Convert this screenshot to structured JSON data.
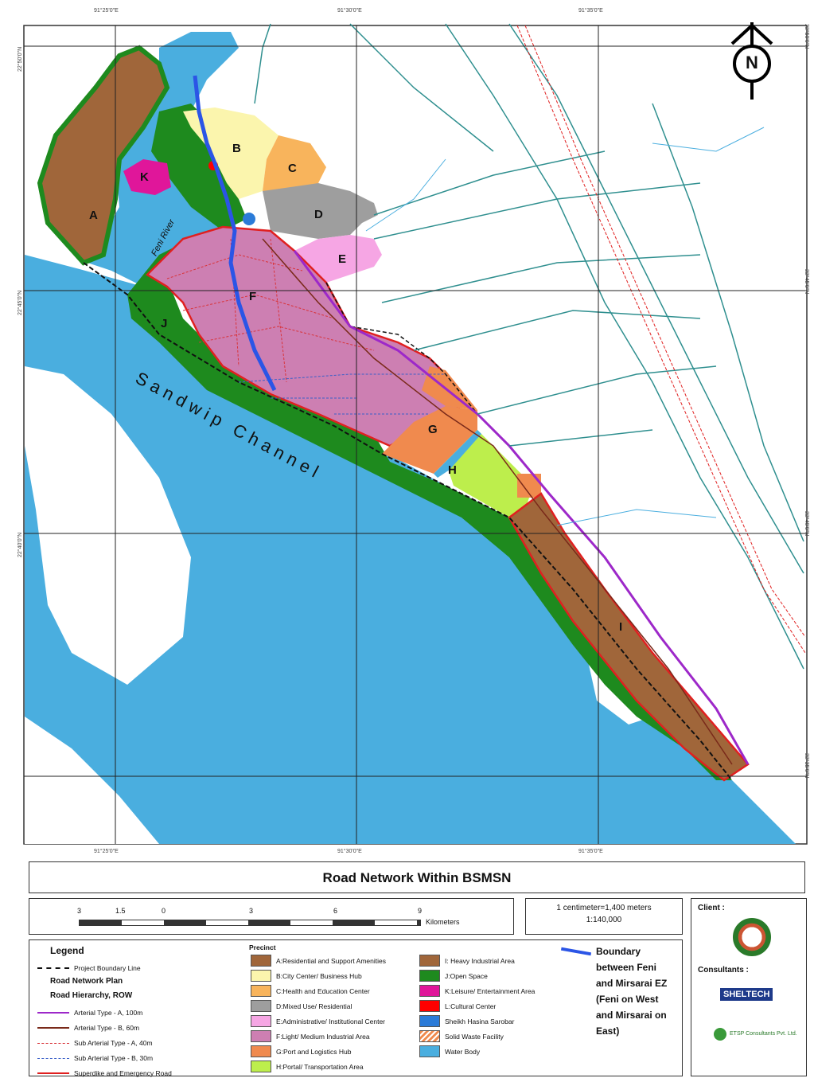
{
  "map": {
    "zone_labels": {
      "A": "A",
      "B": "B",
      "C": "C",
      "D": "D",
      "E": "E",
      "F": "F",
      "G": "G",
      "H": "H",
      "I": "I",
      "J": "J",
      "K": "K"
    },
    "river_label": "Feni River",
    "channel_label": "Sandwip Channel",
    "north_label": "N",
    "coords_top": [
      "91°25'0\"E",
      "91°30'0\"E",
      "91°35'0\"E"
    ],
    "coords_bottom": [
      "91°25'0\"E",
      "91°30'0\"E",
      "91°35'0\"E"
    ],
    "coords_left": [
      "22°50'0\"N",
      "22°45'0\"N",
      "22°40'0\"N"
    ],
    "coords_right": [
      "22°50'0\"N",
      "22°45'0\"N",
      "22°40'0\"N",
      "22°35'0\"N"
    ],
    "colors": {
      "water": "#4aaedf",
      "residential": "#a0663a",
      "cbd": "#fbf5ad",
      "health_edu": "#f8b45c",
      "mixed": "#9e9e9e",
      "admin": "#f6a6e4",
      "light_industry": "#cd7fb2",
      "port": "#f08a4e",
      "transport": "#bdee4c",
      "heavy_industry": "#a0663a",
      "open_space": "#1e8a1e",
      "leisure": "#e0169a",
      "cultural": "#ff0000",
      "boundary_feni": "#2b55e6",
      "arterial_a": "#9d28c9"
    }
  },
  "title": "Road Network Within BSMSN",
  "scale": {
    "ticks": [
      "3",
      "1.5",
      "0",
      "3",
      "6",
      "9"
    ],
    "unit": "Kilometers",
    "ratio_line1": "1 centimeter=1,400 meters",
    "ratio_line2": "1:140,000"
  },
  "legend": {
    "heading": "Legend",
    "project_boundary": "Project Boundary Line",
    "road_plan": "Road Network Plan",
    "road_hierarchy": "Road Hierarchy, ROW",
    "roads": [
      {
        "label": "Arterial Type - A, 100m",
        "color": "#9d28c9",
        "style": "solid"
      },
      {
        "label": "Arterial Type - B, 60m",
        "color": "#7a2a1a",
        "style": "solid"
      },
      {
        "label": "Sub Arterial Type - A, 40m",
        "color": "#d8343a",
        "style": "dashed"
      },
      {
        "label": "Sub Arterial Type - B, 30m",
        "color": "#3a5fc8",
        "style": "dashed"
      },
      {
        "label": "Superdike and Emergency Road",
        "color": "#e02020",
        "style": "solid"
      }
    ],
    "precinct_heading": "Precinct",
    "precincts_col1": [
      {
        "label": "A:Residential and Support Amenities",
        "color": "#a0663a"
      },
      {
        "label": "B:City Center/ Business Hub",
        "color": "#fbf5ad"
      },
      {
        "label": "C:Health and Education Center",
        "color": "#f8b45c"
      },
      {
        "label": "D:Mixed Use/ Residential",
        "color": "#9e9e9e"
      },
      {
        "label": "E:Administrative/ Institutional Center",
        "color": "#f6a6e4"
      },
      {
        "label": "F:Light/ Medium Industrial Area",
        "color": "#cd7fb2"
      },
      {
        "label": "G:Port and Logistics Hub",
        "color": "#f08a4e"
      },
      {
        "label": "H:Portal/ Transportation Area",
        "color": "#bdee4c"
      }
    ],
    "precincts_col2": [
      {
        "label": "I: Heavy Industrial Area",
        "color": "#a0663a"
      },
      {
        "label": "J:Open Space",
        "color": "#1e8a1e"
      },
      {
        "label": "K:Leisure/ Entertainment Area",
        "color": "#e0169a"
      },
      {
        "label": "L:Cultural Center",
        "color": "#ff0000"
      },
      {
        "label": "Sheikh Hasina Sarobar",
        "color": "#2b7bd8"
      },
      {
        "label": "Solid Waste Facility",
        "color": "#f08a4e"
      },
      {
        "label": "Water Body",
        "color": "#4aaedf"
      }
    ],
    "boundary_text": "Boundary between Feni and Mirsarai EZ (Feni on West and Mirsarai on East)"
  },
  "side": {
    "client_label": "Client :",
    "consultants_label": "Consultants :",
    "consultant1": "SHELTECH",
    "consultant2": "ETSP Consultants Pvt. Ltd."
  }
}
